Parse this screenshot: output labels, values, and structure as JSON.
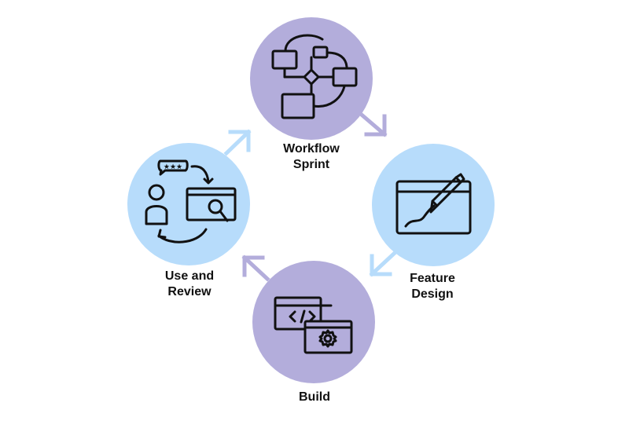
{
  "colors": {
    "purple_circle": "#b3addb",
    "blue_circle": "#b7dcfb",
    "purple_arrow": "#b3addb",
    "blue_arrow": "#b7dcfb",
    "icon_stroke": "#111111"
  },
  "nodes": [
    {
      "id": "workflow-sprint",
      "label": "Workflow\nSprint",
      "icon": "flowchart-icon"
    },
    {
      "id": "feature-design",
      "label": "Feature\nDesign",
      "icon": "pen-drawing-icon"
    },
    {
      "id": "build",
      "label": "Build",
      "icon": "code-window-gear-icon"
    },
    {
      "id": "use-and-review",
      "label": "Use and\nReview",
      "icon": "user-review-icon"
    }
  ]
}
